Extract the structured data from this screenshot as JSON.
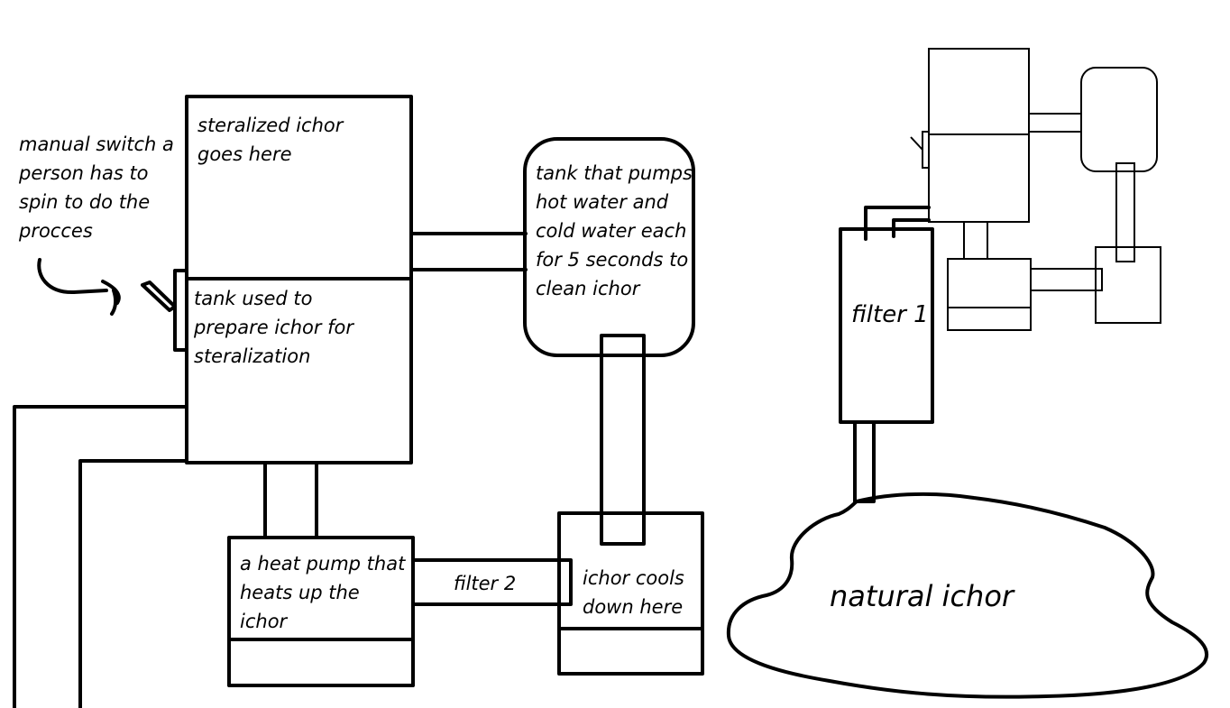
{
  "labels": {
    "manual_switch": "manual switch a\nperson has to\nspin to do the\nprocces",
    "sterilized_tank": "steralized ichor\ngoes here",
    "prep_tank": "tank used to\nprepare ichor for\nsteralization",
    "wash_tank": "tank that pumps\nhot water and\ncold water each\nfor 5 seconds to\nclean ichor",
    "heat_pump": "a heat pump that\nheats up the\nichor",
    "filter_2": "filter 2",
    "cool_tank": "ichor cools\ndown here",
    "filter_1": "filter 1",
    "natural_ichor": "natural ichor"
  },
  "colors": {
    "stroke": "#000000",
    "background": "#ffffff"
  }
}
